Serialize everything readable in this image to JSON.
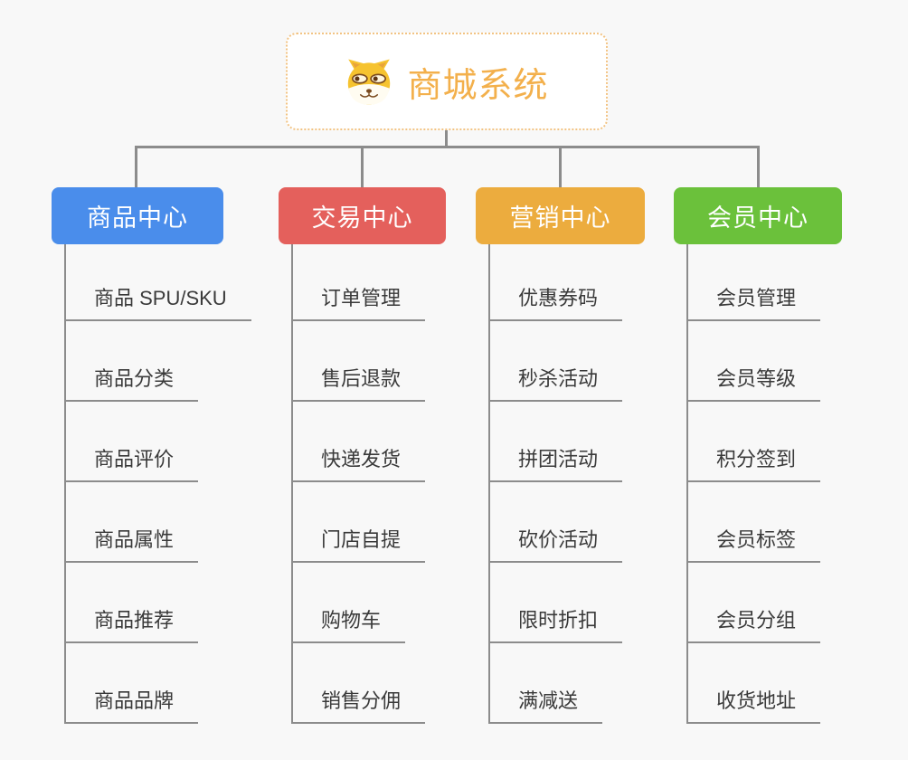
{
  "root": {
    "title": "商城系统",
    "icon": "doge-icon"
  },
  "branches": [
    {
      "label": "商品中心",
      "color": "#4A8DEB",
      "children": [
        "商品 SPU/SKU",
        "商品分类",
        "商品评价",
        "商品属性",
        "商品推荐",
        "商品品牌"
      ]
    },
    {
      "label": "交易中心",
      "color": "#E4605C",
      "children": [
        "订单管理",
        "售后退款",
        "快递发货",
        "门店自提",
        "购物车",
        "销售分佣"
      ]
    },
    {
      "label": "营销中心",
      "color": "#ECAC3E",
      "children": [
        "优惠券码",
        "秒杀活动",
        "拼团活动",
        "砍价活动",
        "限时折扣",
        "满减送"
      ]
    },
    {
      "label": "会员中心",
      "color": "#6BC13B",
      "children": [
        "会员管理",
        "会员等级",
        "积分签到",
        "会员标签",
        "会员分组",
        "收货地址"
      ]
    }
  ],
  "style": {
    "background_color": "#F8F8F8",
    "connector_color": "#8C8C8C",
    "root_border_color": "#F2C383",
    "root_title_color": "#F3B04C",
    "child_text_color": "#3A3A3A",
    "child_underline_color": "#8C8C8C"
  }
}
